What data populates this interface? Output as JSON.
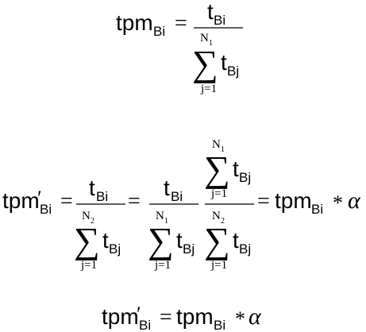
{
  "equations": {
    "eq1": {
      "lhs": {
        "base": "tpm",
        "sub": "Bi"
      },
      "equals": "=",
      "frac": {
        "num": {
          "base": "t",
          "sub": "Bi"
        },
        "den": {
          "sum": "∑",
          "upper": "N",
          "upper_sub": "1",
          "lower": "j=1",
          "base": "t",
          "sub": "Bj"
        }
      }
    },
    "eq2": {
      "lhs": {
        "base": "tpm",
        "prime": "′",
        "sub": "Bi"
      },
      "equals1": "=",
      "frac1": {
        "num": {
          "base": "t",
          "sub": "Bi"
        },
        "den": {
          "sum": "∑",
          "upper": "N",
          "upper_sub": "2",
          "lower": "j=1",
          "base": "t",
          "sub": "Bj"
        }
      },
      "equals2": "=",
      "frac2": {
        "num": {
          "base": "t",
          "sub": "Bi"
        },
        "den": {
          "sum": "∑",
          "upper": "N",
          "upper_sub": "1",
          "lower": "j=1",
          "base": "t",
          "sub": "Bj"
        }
      },
      "frac3": {
        "num": {
          "sum": "∑",
          "upper": "N",
          "upper_sub": "1",
          "lower": "j=1",
          "base": "t",
          "sub": "Bj"
        },
        "den": {
          "sum": "∑",
          "upper": "N",
          "upper_sub": "2",
          "lower": "j=1",
          "base": "t",
          "sub": "Bj"
        }
      },
      "equals3": "=",
      "rhs": {
        "base": "tpm",
        "sub": "Bi",
        "times": "*",
        "alpha": "α"
      }
    },
    "eq3": {
      "lhs": {
        "base": "tpm",
        "prime": "′",
        "sub": "Bi"
      },
      "equals": "=",
      "rhs": {
        "base": "tpm",
        "sub": "Bi",
        "times": "*",
        "alpha": "α"
      }
    }
  }
}
